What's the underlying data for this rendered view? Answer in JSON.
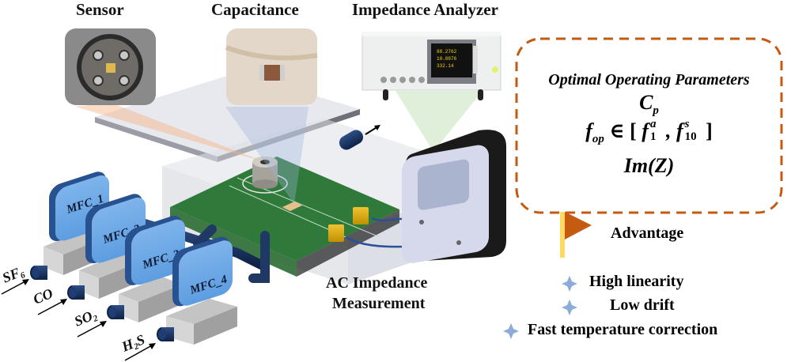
{
  "labels": {
    "sensor": "Sensor",
    "capacitance": "Capacitance",
    "impedance_analyzer": "Impedance Analyzer",
    "ac_impedance_line1": "AC Impedance",
    "ac_impedance_line2": "Measurement"
  },
  "mfcs": [
    {
      "label": "MFC_1",
      "gas": "SF",
      "gas_sub": "6"
    },
    {
      "label": "MFC_2",
      "gas": "CO",
      "gas_sub": ""
    },
    {
      "label": "MFC_3",
      "gas": "SO",
      "gas_sub": "2"
    },
    {
      "label": "MFC_4",
      "gas": "H",
      "gas_sub": "2",
      "gas_suffix": "S"
    }
  ],
  "parameters": {
    "heading": "Optimal Operating Parameters",
    "cp_symbol": "C",
    "cp_sub": "p",
    "f_symbol": "f",
    "f_sub": "op",
    "element_of": "∈",
    "bracket_open": "[",
    "bracket_close": "]",
    "comma": ",",
    "f1_sup": "a",
    "f1_sub": "1",
    "f10_sup": "s",
    "f10_sub": "10",
    "imz": "Im(Z)"
  },
  "advantage": {
    "title": "Advantage",
    "items": [
      "High linearity",
      "Low drift",
      "Fast temperature correction"
    ]
  },
  "colors": {
    "accent_orange": "#c55a11",
    "flag_pole": "#ffd966",
    "mfc_blue": "#5b9bd5",
    "pcb_green": "#2e7d32",
    "star_blue": "#8eaadb",
    "tube_navy": "#1f3864"
  }
}
